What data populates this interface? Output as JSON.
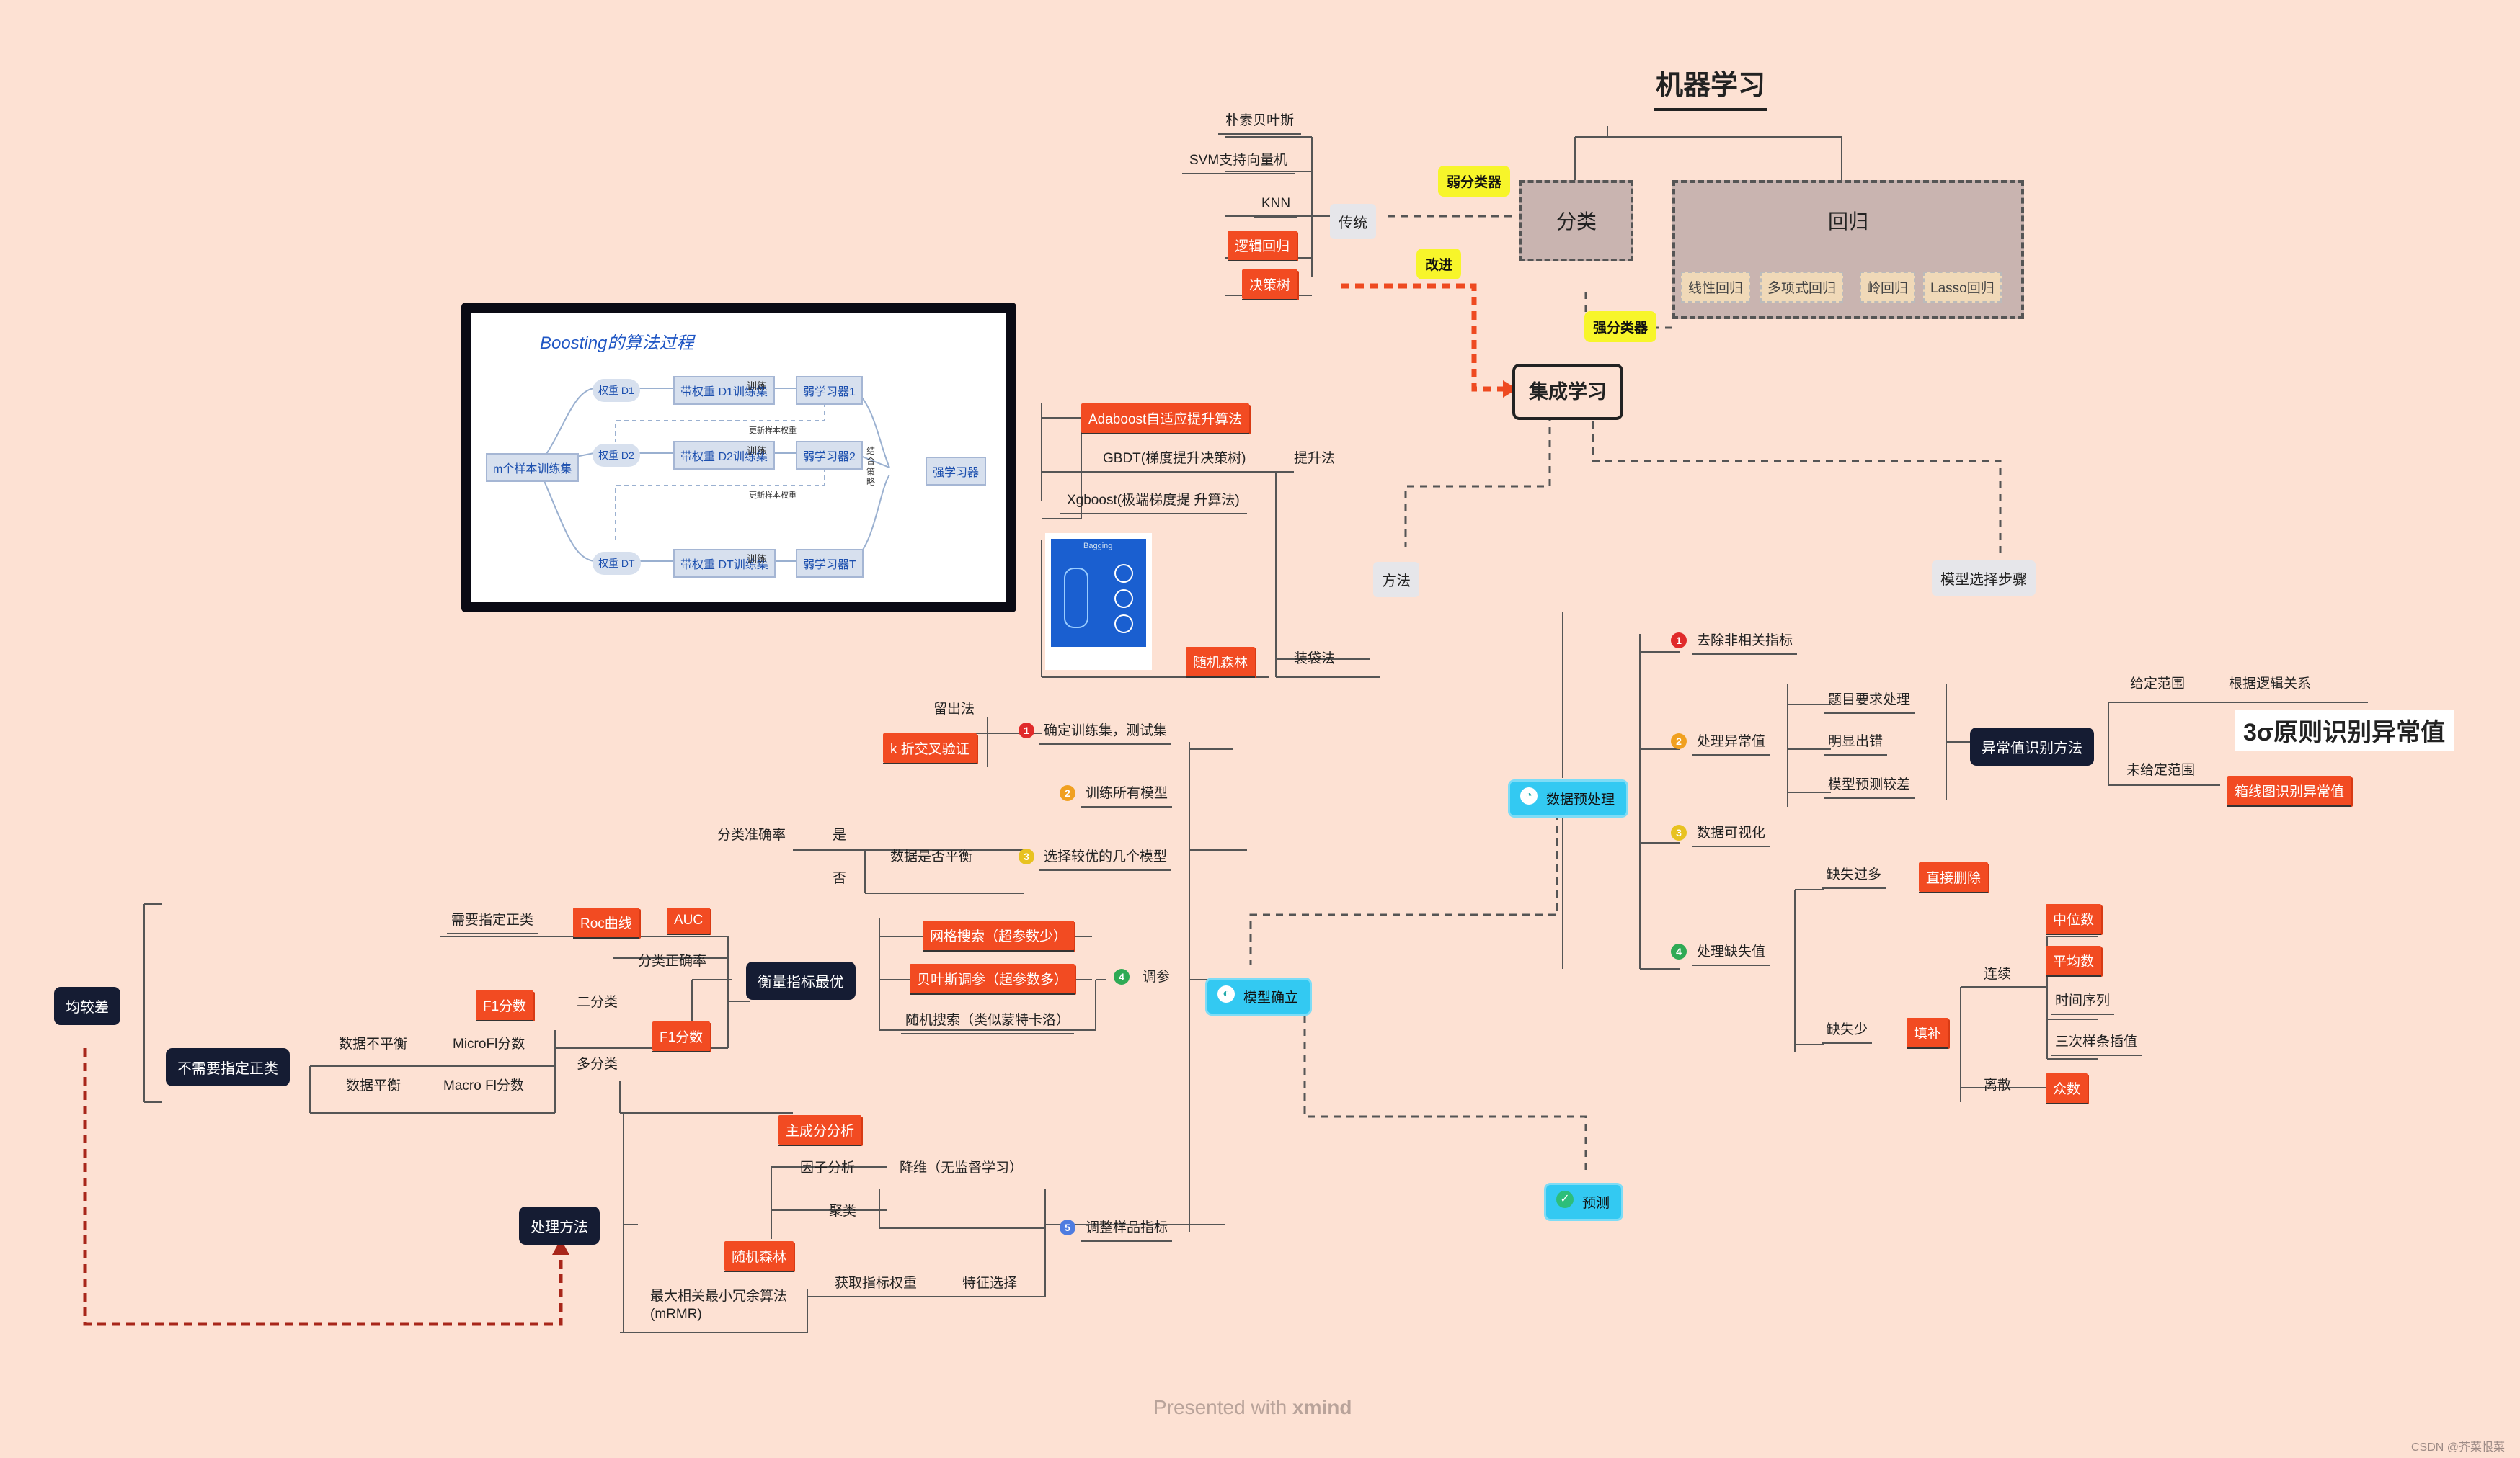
{
  "root": {
    "title": "机器学习",
    "classification": "分类",
    "regression": "回归",
    "regression_leaves": [
      "线性回归",
      "多项式回归",
      "岭回归",
      "Lasso回归"
    ],
    "weak": "弱分类器",
    "strong": "强分类器",
    "improve": "改进",
    "ensemble": "集成学习"
  },
  "traditional": {
    "label": "传统",
    "items": [
      "朴素贝叶斯",
      "SVM支持向量机",
      "KNN",
      "逻辑回归",
      "决策树"
    ]
  },
  "methods": {
    "label": "方法",
    "boosting": "提升法",
    "boosting_items": [
      "Adaboost自适应提升算法",
      "GBDT(梯度提升决策树)",
      "Xgboost(极端梯度提 升算法)"
    ],
    "bagging": "装袋法",
    "random_forest": "随机森林",
    "bagging_caption": "Bagging"
  },
  "boosting_figure": {
    "title": "Boosting的算法过程",
    "sample_set": "m个样本训练集",
    "weights": [
      "权重 D1",
      "权重 D2",
      "权重 DT"
    ],
    "sets": [
      "带权重 D1训练集",
      "带权重 D2训练集",
      "带权重 DT训练集"
    ],
    "train": "训练",
    "learners": [
      "弱学习器1",
      "弱学习器2",
      "弱学习器T"
    ],
    "strong": "强学习器",
    "combine": "结合策略",
    "update": "更新样本权重"
  },
  "steps": {
    "label": "模型选择步骤",
    "preprocess": "数据预处理",
    "build": "模型确立",
    "predict": "预测"
  },
  "pre": {
    "s1": "去除非相关指标",
    "s2": "处理异常值",
    "s3": "数据可视化",
    "s4": "处理缺失值",
    "causes": [
      "题目要求处理",
      "明显出错",
      "模型预测较差"
    ],
    "method": "异常值识别方法",
    "given": "给定范围",
    "logic": "根据逻辑关系",
    "sigma": "3σ原则识别异常值",
    "ungiven": "未给定范围",
    "boxplot": "箱线图识别异常值",
    "many_missing": "缺失过多",
    "delete": "直接删除",
    "few_missing": "缺失少",
    "fill": "填补",
    "continuous": "连续",
    "discrete": "离散",
    "cont_items": [
      "中位数",
      "平均数",
      "时间序列",
      "三次样条插值"
    ],
    "mode": "众数"
  },
  "build": {
    "s1": "确定训练集，测试集",
    "holdout": "留出法",
    "kfold": "k 折交叉验证",
    "s2": "训练所有模型",
    "s3": "选择较优的几个模型",
    "balance": "数据是否平衡",
    "cls_acc": "分类准确率",
    "yes": "是",
    "no": "否",
    "s4": "调参",
    "grid": "网格搜索（超参数少）",
    "bayes": "贝叶斯调参（超参数多）",
    "rand": "随机搜索（类似蒙特卡洛）",
    "s5": "调整样品指标",
    "metric": "衡量指标最优",
    "need": "需要指定正类",
    "roc": "Roc曲线",
    "auc": "AUC",
    "acc2": "分类正确率",
    "binary": "二分类",
    "f1a": "F1分数",
    "f1b": "F1分数",
    "multi": "多分类",
    "unbal": "数据不平衡",
    "micro": "MicroFl分数",
    "bal": "数据平衡",
    "macro": "Macro Fl分数",
    "noneed": "不需要指定正类",
    "mean": "均较差",
    "process": "处理方法",
    "pca": "主成分分析",
    "factor": "因子分析",
    "dimred": "降维（无监督学习）",
    "cluster": "聚类",
    "rf": "随机森林",
    "mrmr": "最大相关最小冗余算法(mRMR)",
    "weight": "获取指标权重",
    "fs": "特征选择"
  },
  "footer": {
    "presented": "Presented with",
    "brand": "xmind",
    "credit": "CSDN @芥菜恨菜"
  },
  "colors": {
    "bg": "#fde1d3",
    "red": "#f24b22",
    "dark": "#151c33",
    "cyan": "#33c9f2",
    "yellow": "#f7f52a"
  }
}
